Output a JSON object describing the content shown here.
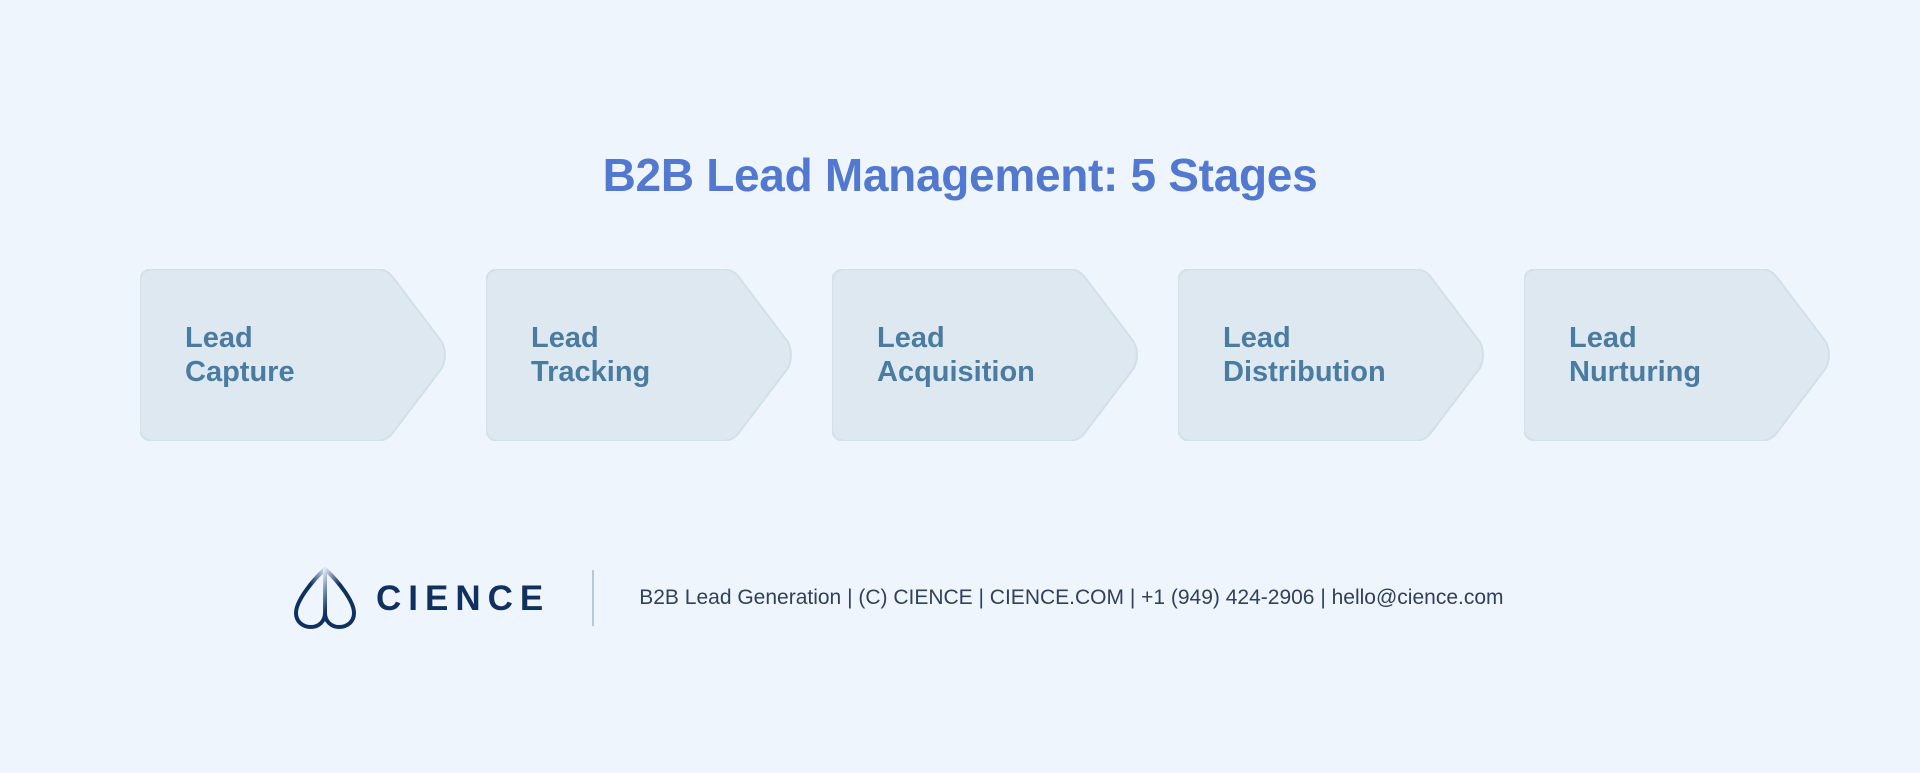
{
  "slide": {
    "background_color": "#eff5fd",
    "title": "B2B Lead Management: 5 Stages",
    "title_color": "#5278cf"
  },
  "flow": {
    "stage_fill": "#dde8f0",
    "stage_border": "#d2e0ea",
    "stage_text_color": "#4a7ba0",
    "stages": [
      {
        "label": "Lead\nCapture",
        "line1": "Lead",
        "line2": "Capture"
      },
      {
        "label": "Lead\nTracking",
        "line1": "Lead",
        "line2": "Tracking"
      },
      {
        "label": "Lead\nAcquisition",
        "line1": "Lead",
        "line2": "Acquisition"
      },
      {
        "label": "Lead\nDistribution",
        "line1": "Lead",
        "line2": "Distribution"
      },
      {
        "label": "Lead\nNurturing",
        "line1": "Lead",
        "line2": "Nurturing"
      }
    ]
  },
  "footer": {
    "logo_name": "cience-logo",
    "logo_wordmark": "CIENCE",
    "logo_color": "#10305f",
    "divider_color": "#b9c6d6",
    "text": "B2B Lead Generation | (C) CIENCE | CIENCE.COM | +1 (949) 424-2906 | hello@cience.com",
    "text_color": "#32405c"
  }
}
